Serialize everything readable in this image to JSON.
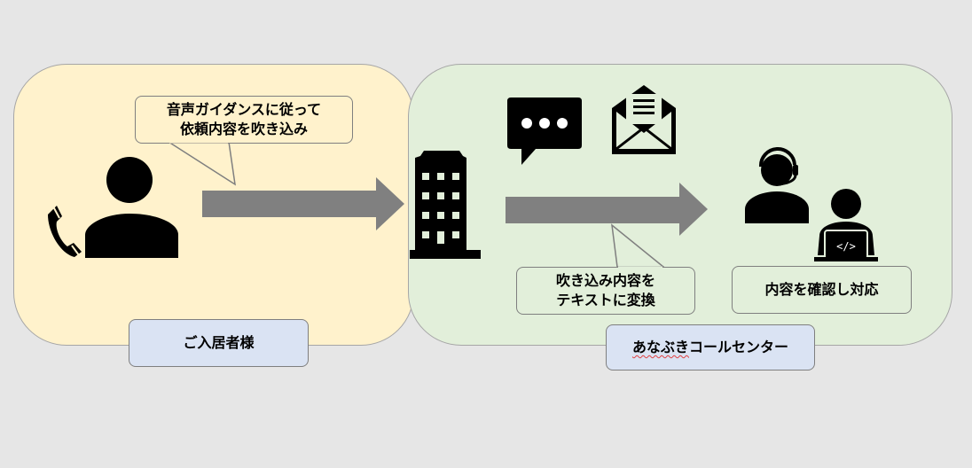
{
  "colors": {
    "background": "#e6e6e6",
    "resident_panel": "#fff2cc",
    "callcenter_panel": "#e2efda",
    "label_box": "#dae3f3",
    "arrow": "#808080",
    "icon": "#000000"
  },
  "resident": {
    "callout_line1": "音声ガイダンスに従って",
    "callout_line2": "依頼内容を吹き込み",
    "label": "ご入居者様"
  },
  "callcenter": {
    "callout_line1": "吹き込み内容を",
    "callout_line2": "テキストに変換",
    "action_box": "内容を確認し対応",
    "label_part1": "あなぶき",
    "label_part2": "コールセンター"
  },
  "icons": [
    "phone-icon",
    "person-icon",
    "building-icon",
    "chat-bubble-icon",
    "envelope-icon",
    "operator-headset-icon",
    "developer-laptop-icon"
  ]
}
